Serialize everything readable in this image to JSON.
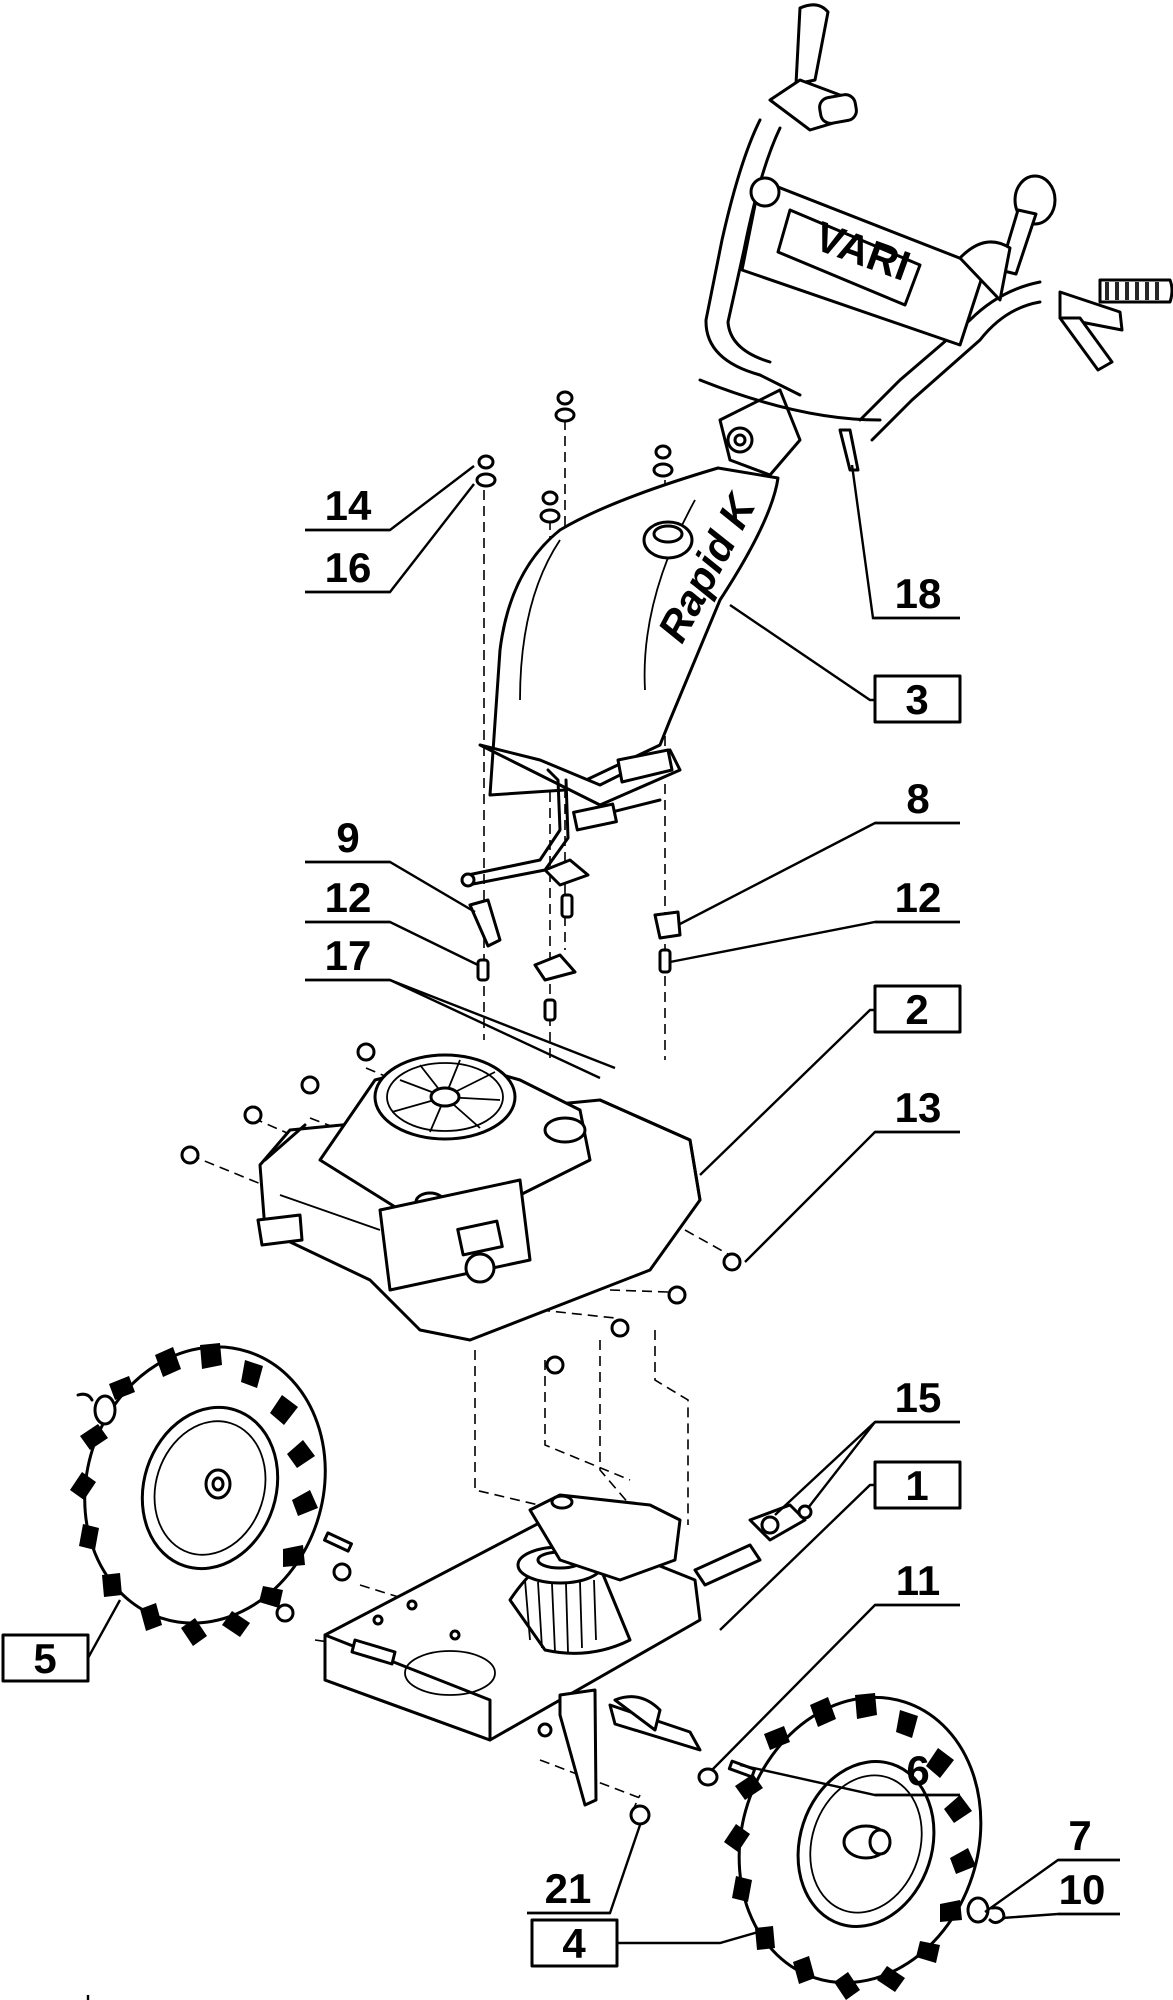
{
  "diagram": {
    "brand_text": "VARI",
    "frame_text": "Rapid K",
    "callouts": [
      {
        "id": "c1",
        "label": "1",
        "boxed": true
      },
      {
        "id": "c2",
        "label": "2",
        "boxed": true
      },
      {
        "id": "c3",
        "label": "3",
        "boxed": true
      },
      {
        "id": "c4",
        "label": "4",
        "boxed": true
      },
      {
        "id": "c5",
        "label": "5",
        "boxed": true
      },
      {
        "id": "c6",
        "label": "6",
        "boxed": false
      },
      {
        "id": "c7",
        "label": "7",
        "boxed": false
      },
      {
        "id": "c8",
        "label": "8",
        "boxed": false
      },
      {
        "id": "c9",
        "label": "9",
        "boxed": false
      },
      {
        "id": "c10",
        "label": "10",
        "boxed": false
      },
      {
        "id": "c11",
        "label": "11",
        "boxed": false
      },
      {
        "id": "c12a",
        "label": "12",
        "boxed": false
      },
      {
        "id": "c12b",
        "label": "12",
        "boxed": false
      },
      {
        "id": "c13",
        "label": "13",
        "boxed": false
      },
      {
        "id": "c14",
        "label": "14",
        "boxed": false
      },
      {
        "id": "c15",
        "label": "15",
        "boxed": false
      },
      {
        "id": "c16",
        "label": "16",
        "boxed": false
      },
      {
        "id": "c17",
        "label": "17",
        "boxed": false
      },
      {
        "id": "c18",
        "label": "18",
        "boxed": false
      },
      {
        "id": "c21",
        "label": "21",
        "boxed": false
      }
    ]
  }
}
